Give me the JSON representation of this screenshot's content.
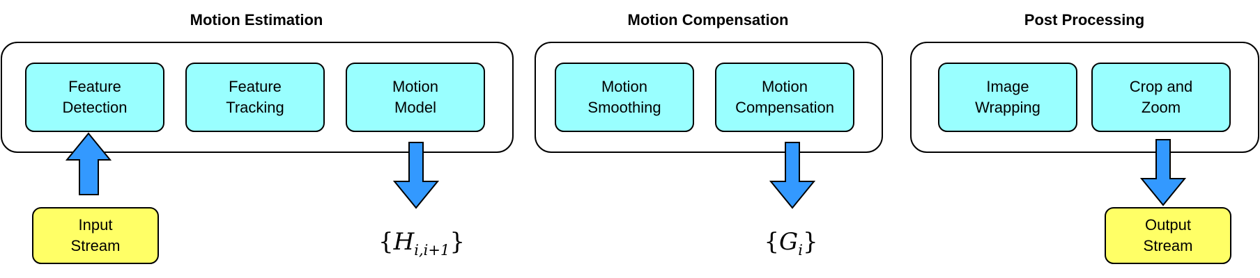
{
  "groups": [
    {
      "title": "Motion Estimation",
      "nodes": [
        {
          "line1": "Feature",
          "line2": "Detection"
        },
        {
          "line1": "Feature",
          "line2": "Tracking"
        },
        {
          "line1": "Motion",
          "line2": "Model"
        }
      ]
    },
    {
      "title": "Motion Compensation",
      "nodes": [
        {
          "line1": "Motion",
          "line2": "Smoothing"
        },
        {
          "line1": "Motion",
          "line2": "Compensation"
        }
      ]
    },
    {
      "title": "Post Processing",
      "nodes": [
        {
          "line1": "Image",
          "line2": "Wrapping"
        },
        {
          "line1": "Crop and",
          "line2": "Zoom"
        }
      ]
    }
  ],
  "input": {
    "line1": "Input",
    "line2": "Stream"
  },
  "output": {
    "line1": "Output",
    "line2": "Stream"
  },
  "outputs": {
    "homography": {
      "symbol": "H",
      "subscript": "i,i+1"
    },
    "smoothed": {
      "symbol": "G",
      "subscript": "i"
    }
  },
  "colors": {
    "process_fill": "#99ffff",
    "io_fill": "#ffff66",
    "arrow_fill": "#3399ff",
    "stroke": "#000000"
  }
}
